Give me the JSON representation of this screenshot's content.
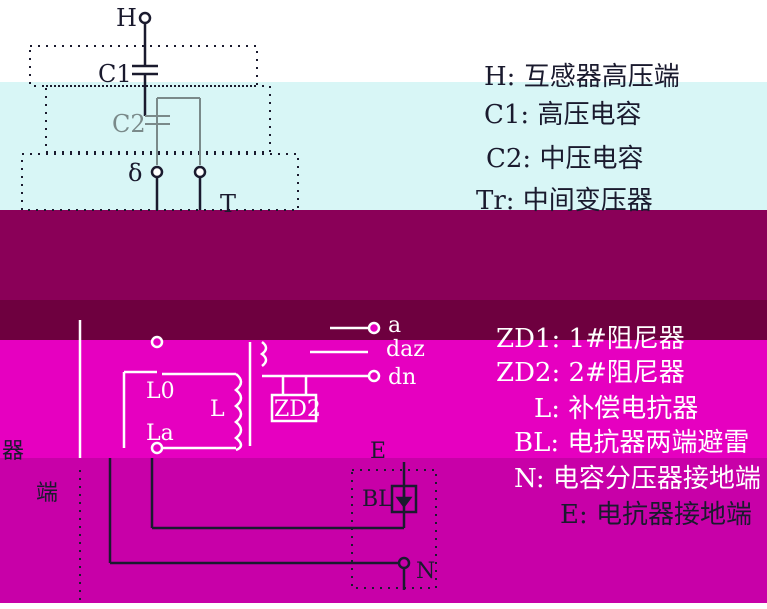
{
  "diagram": {
    "node_labels": {
      "h": "H",
      "c1": "C1",
      "c2": "C2",
      "delta": "δ",
      "t": "T",
      "a": "a",
      "daz": "daz",
      "dn": "dn",
      "l0": "L0",
      "l": "L",
      "la": "La",
      "zd2": "ZD2",
      "e": "E",
      "bl": "BL",
      "n": "N"
    },
    "edge_fragments": {
      "left_top": "器",
      "left_bottom": "端"
    }
  },
  "legend": [
    {
      "text": "H: 互感器高压端"
    },
    {
      "text": "C1: 高压电容"
    },
    {
      "text": "C2: 中压电容"
    },
    {
      "text": "Tr: 中间变压器"
    },
    {
      "text": "ZD1: 1#阻尼器"
    },
    {
      "text": "ZD2: 2#阻尼器"
    },
    {
      "text": "L: 补偿电抗器"
    },
    {
      "text": "BL: 电抗器两端避雷"
    },
    {
      "text": "N: 电容分压器接地端"
    },
    {
      "text": "E: 电抗器接地端"
    }
  ],
  "colors": {
    "background": "#ffffff",
    "band_cyan": "#d8f6f6",
    "band_magenta": "#e600c0",
    "band_maroon": "#8a0058",
    "band_dark": "#6e003f",
    "line": "#1a1a2e",
    "dim_line": "#7a8a8a"
  }
}
